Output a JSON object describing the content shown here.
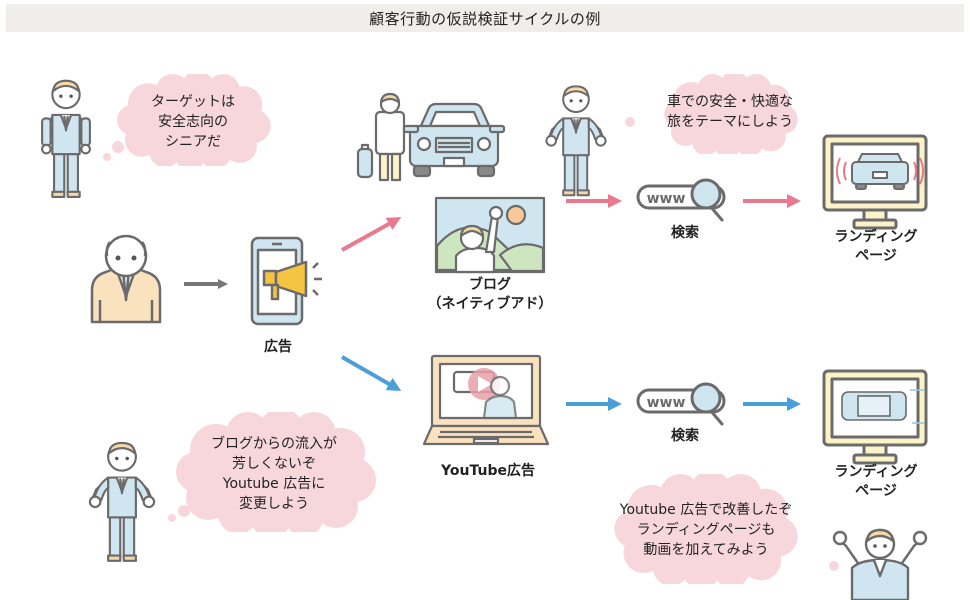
{
  "title": "顧客行動の仮説検証サイクルの例",
  "colors": {
    "title_bg": "#efeeea",
    "bubble": "#f7d7dc",
    "pink_arrow": "#e8798e",
    "blue_arrow": "#4a9fd8",
    "gray_arrow": "#777777",
    "suit_blue": "#cfe5ef",
    "skin": "#ffffff",
    "hair": "#f6d9a6",
    "outline": "#6b6b6b",
    "megaphone": "#f5c542"
  },
  "bubbles": {
    "target": [
      "ターゲットは",
      "安全志向の",
      "シニアだ"
    ],
    "theme": [
      "車での安全・快適な",
      "旅をテーマにしよう"
    ],
    "switch": [
      "ブログからの流入が",
      "芳しくないぞ",
      "Youtube 広告に",
      "変更しよう"
    ],
    "improve": [
      "Youtube 広告で改善したぞ",
      "ランディングページも",
      "動画を加えてみよう"
    ]
  },
  "labels": {
    "ad": "広告",
    "blog_line1": "ブログ",
    "blog_line2": "（ネイティブアド）",
    "youtube": "YouTube広告",
    "search_top": "検索",
    "search_bottom": "検索",
    "landing_top_line1": "ランディング",
    "landing_top_line2": "ページ",
    "landing_bottom_line1": "ランディング",
    "landing_bottom_line2": "ページ",
    "www": "www"
  },
  "icons": {
    "marketer": "businessman-icon",
    "senior": "senior-customer-icon",
    "smartphone": "smartphone-megaphone-icon",
    "blog": "blog-image-icon",
    "laptop": "laptop-video-icon",
    "search": "search-bar-icon",
    "landing": "monitor-icon",
    "traveler": "traveler-with-car-icon"
  }
}
